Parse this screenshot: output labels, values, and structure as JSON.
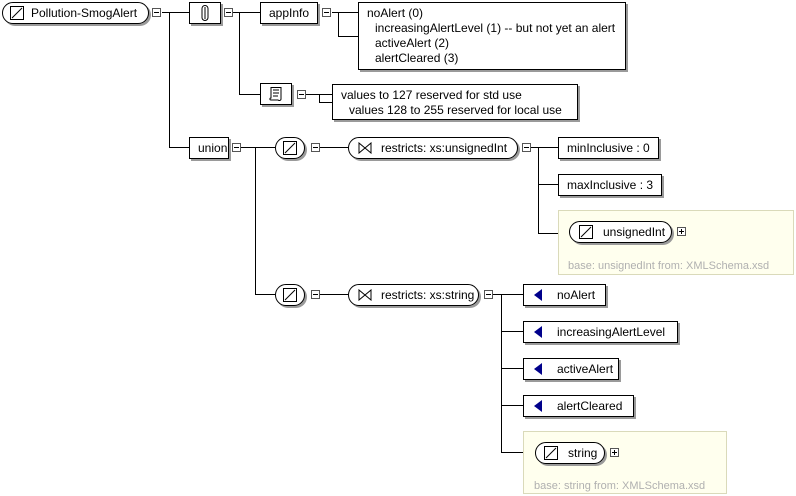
{
  "root": {
    "label": "Pollution-SmogAlert"
  },
  "annotation": {
    "appinfo_label": "appInfo",
    "appinfo_lines": [
      "noAlert (0)",
      "increasingAlertLevel (1) -- but not yet an alert",
      "activeAlert (2)",
      "alertCleared (3)"
    ],
    "documentation_lines": [
      "values to 127 reserved for std use",
      "values 128 to 255 reserved for local use"
    ]
  },
  "union": {
    "label": "union",
    "first": {
      "restricts_label": "restricts: xs:unsignedInt",
      "facets": [
        "minInclusive : 0",
        "maxInclusive : 3"
      ],
      "base_type": "unsignedInt",
      "base_info": "base: unsignedInt from: XMLSchema.xsd"
    },
    "second": {
      "restricts_label": "restricts: xs:string",
      "enumerations": [
        "noAlert",
        "increasingAlertLevel",
        "activeAlert",
        "alertCleared"
      ],
      "base_type": "string",
      "base_info": "base: string from: XMLSchema.xsd"
    }
  }
}
